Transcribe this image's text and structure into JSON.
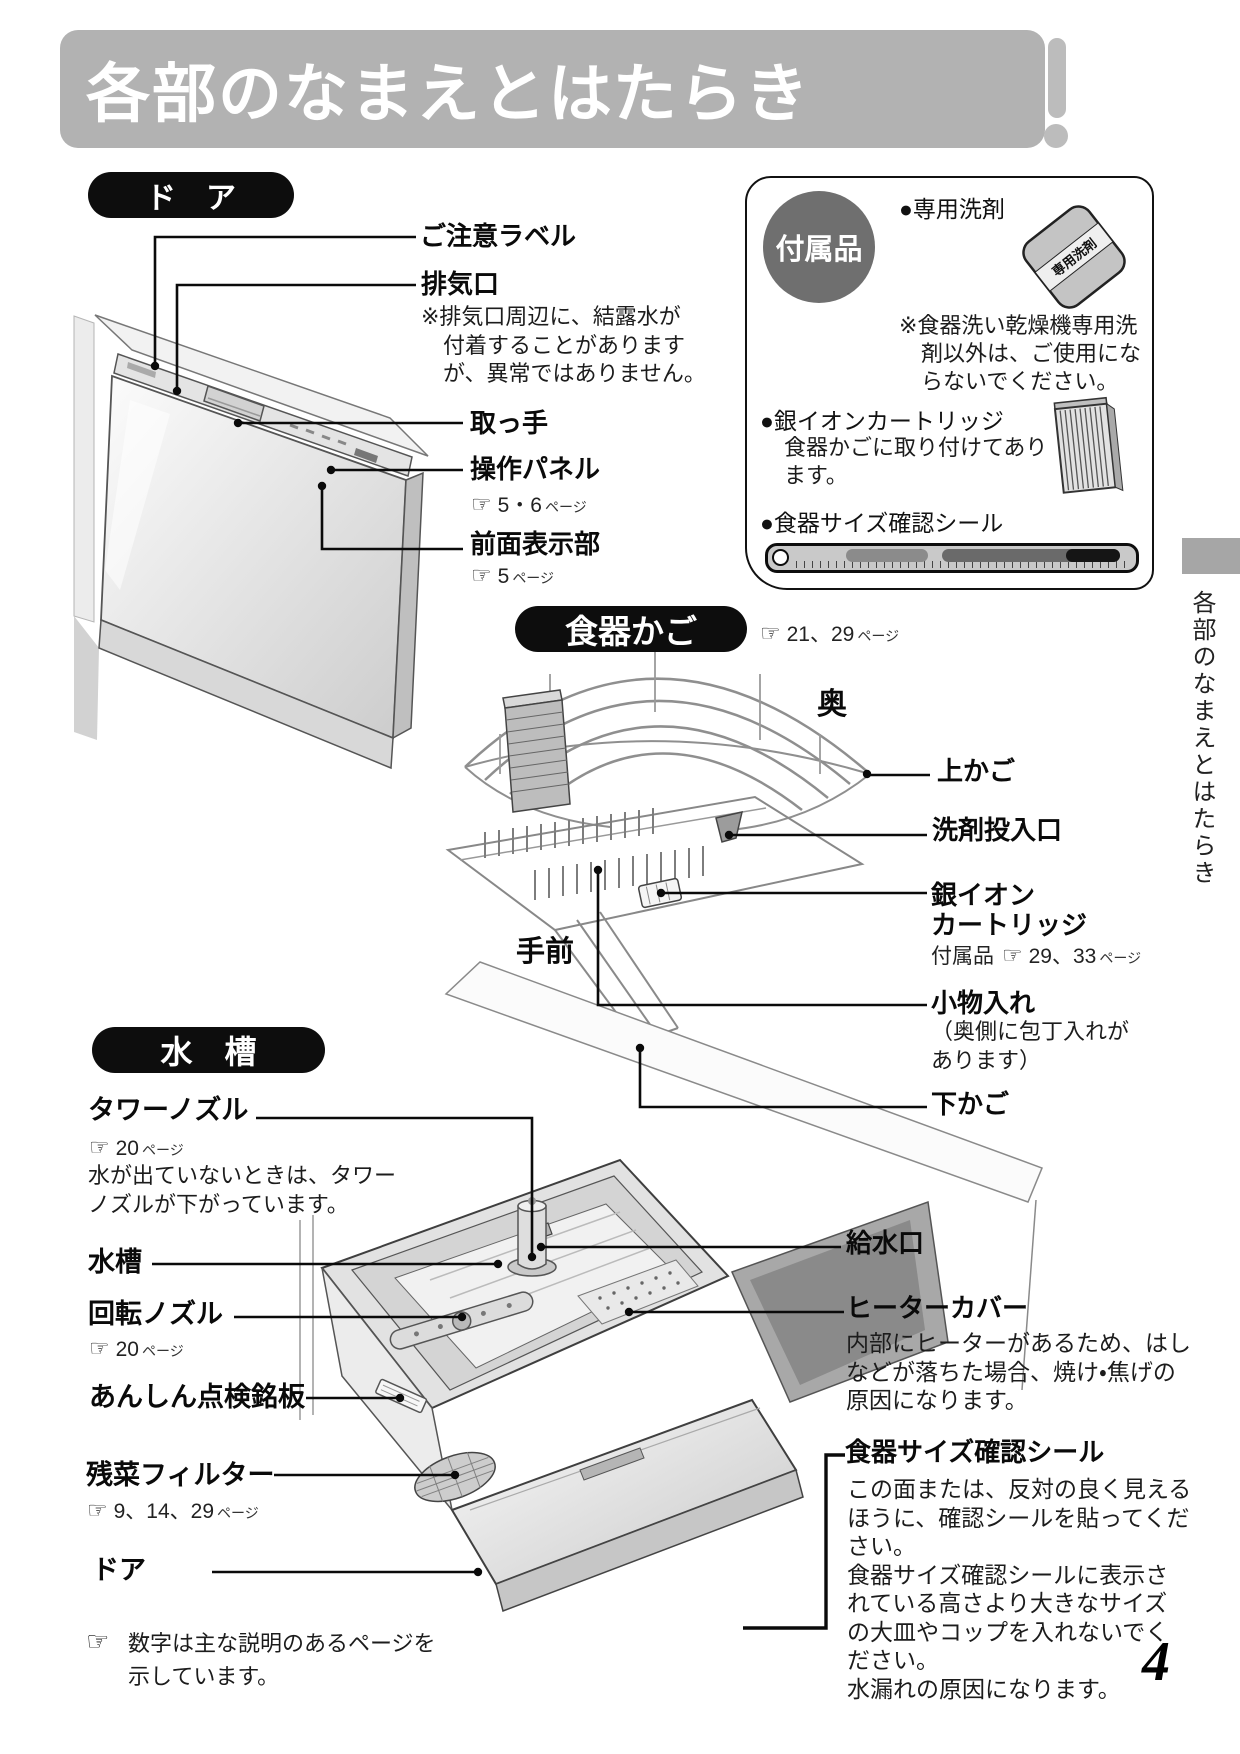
{
  "page": {
    "title": "各部のなまえとはたらき",
    "page_number": "4",
    "side_tab_text": "各部のなまえとはたらき",
    "footer_note": "数字は主な説明のあるページを\n示しています。"
  },
  "common": {
    "pointer": "☞",
    "page_unit": "ページ"
  },
  "door": {
    "heading": "ド　ア",
    "caution_label": "ご注意ラベル",
    "exhaust": "排気口",
    "exhaust_note": "※排気口周辺に、結露水が\n　付着することがあります\n　が、異常ではありません。",
    "handle": "取っ手",
    "control_panel": "操作パネル",
    "control_panel_ref": "5・6",
    "front_display": "前面表示部",
    "front_display_ref": "5"
  },
  "accessories": {
    "badge": "付属品",
    "detergent": "●専用洗剤",
    "packet_label": "専用洗剤",
    "detergent_note": "※食器洗い乾燥機専用洗\n　剤以外は、ご使用にな\n　らないでください。",
    "cartridge": "●銀イオンカートリッジ",
    "cartridge_note": "食器かごに取り付けてあり\nます。",
    "size_seal": "●食器サイズ確認シール"
  },
  "basket": {
    "heading": "食器かご",
    "ref": "21、29",
    "back": "奥",
    "front": "手前",
    "upper_basket": "上かご",
    "detergent_inlet": "洗剤投入口",
    "silver_cartridge": "銀イオン\nカートリッジ",
    "silver_cartridge_prefix": "付属品",
    "silver_cartridge_ref": "29、33",
    "small_items": "小物入れ",
    "small_items_note": "（奥側に包丁入れが\nあります）",
    "lower_basket": "下かご"
  },
  "tank": {
    "heading": "水　槽",
    "tower_nozzle": "タワーノズル",
    "tower_nozzle_ref": "20",
    "tower_nozzle_note": "水が出ていないときは、タワー\nノズルが下がっています。",
    "tank": "水槽",
    "rotating_nozzle": "回転ノズル",
    "rotating_nozzle_ref": "20",
    "inspection_plate": "あんしん点検銘板",
    "filter": "残菜フィルター",
    "filter_ref": "9、14、29",
    "door": "ドア",
    "water_inlet": "給水口",
    "heater_cover": "ヒーターカバー",
    "heater_cover_note": "内部にヒーターがあるため、はし\nなどが落ちた場合、焼け・焦げの\n原因になります。",
    "size_seal": "食器サイズ確認シール",
    "size_seal_note": "この面または、反対の良く見える\nほうに、確認シールを貼ってくだ\nさい。\n食器サイズ確認シールに表示さ\nれている高さより大きなサイズ\nの大皿やコップを入れないでく\nださい。\n水漏れの原因になります。"
  },
  "colors": {
    "header_gray": "#b2b2b2",
    "pill_black": "#0d0d0d",
    "badge_gray": "#6f6f6f",
    "tab_gray": "#a6a6a6"
  }
}
